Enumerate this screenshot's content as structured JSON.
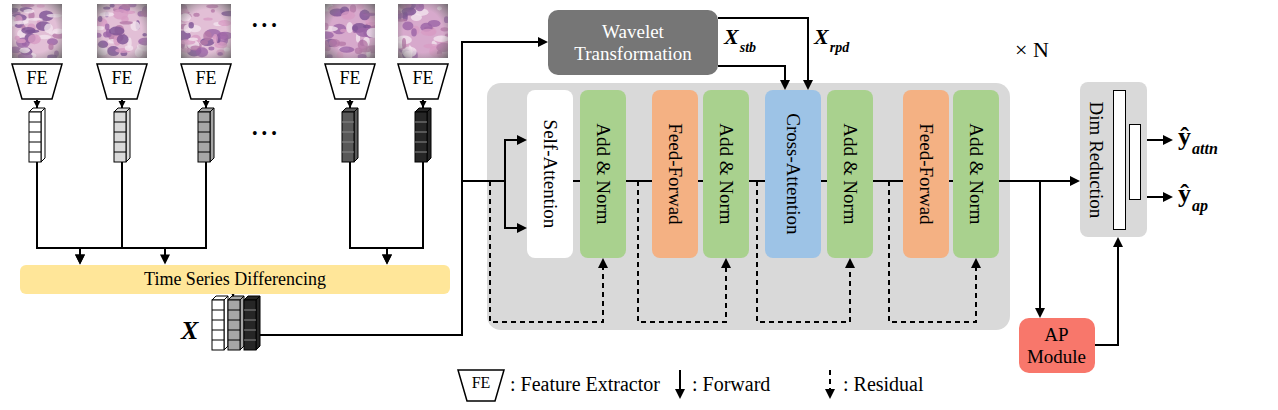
{
  "diagram": {
    "nodes": [
      {
        "text": [
          "FE"
        ]
      },
      {
        "text": [
          "FE"
        ]
      },
      {
        "text": [
          "FE"
        ]
      },
      {
        "text": [
          "FE"
        ]
      },
      {
        "text": [
          "FE"
        ]
      },
      {
        "text": [
          "Time Series Differencing"
        ]
      },
      {
        "text": [
          "Wavelet Transformation"
        ]
      },
      {
        "text": [
          "× N"
        ]
      },
      {
        "text": [
          "Self-Attention"
        ],
        "in": 7
      },
      {
        "text": [
          "Add & Norm"
        ],
        "in": 7
      },
      {
        "text": [
          "Feed-Forwad"
        ],
        "in": 7
      },
      {
        "text": [
          "Add & Norm"
        ],
        "in": 7
      },
      {
        "text": [
          "Cross-Attention"
        ],
        "in": 7
      },
      {
        "text": [
          "Add & Norm"
        ],
        "in": 7
      },
      {
        "text": [
          "Feed-Forwad"
        ],
        "in": 7
      },
      {
        "text": [
          "Add & Norm"
        ],
        "in": 7
      },
      {
        "text": [
          "AP Module"
        ]
      },
      {
        "text": [
          "Dim Reduction"
        ]
      }
    ],
    "edges": [
      {
        "from": 0,
        "to": 5,
        "arrow": "to"
      },
      {
        "from": 1,
        "to": 5,
        "arrow": "to"
      },
      {
        "from": 2,
        "to": 5,
        "arrow": "to"
      },
      {
        "from": 3,
        "to": 5,
        "arrow": "to"
      },
      {
        "from": 4,
        "to": 5,
        "arrow": "to"
      },
      {
        "from": 5,
        "to": 6,
        "arrow": "to"
      },
      {
        "from": 5,
        "to": 8,
        "arrow": "to"
      },
      {
        "from": 8,
        "to": 9,
        "arrow": "none"
      },
      {
        "from": 9,
        "to": 10,
        "arrow": "none"
      },
      {
        "from": 10,
        "to": 11,
        "arrow": "none"
      },
      {
        "from": 11,
        "to": 12,
        "arrow": "none"
      },
      {
        "from": 12,
        "to": 13,
        "arrow": "none"
      },
      {
        "from": 13,
        "to": 14,
        "arrow": "none"
      },
      {
        "from": 14,
        "to": 15,
        "arrow": "none"
      },
      {
        "from": 15,
        "to": 17,
        "arrow": "to"
      },
      {
        "from": 15,
        "to": 16,
        "arrow": "to"
      },
      {
        "from": 16,
        "to": 17,
        "arrow": "to"
      },
      {
        "from": 6,
        "to": 12,
        "arrow": "to"
      },
      {
        "from": 6,
        "to": 12,
        "arrow": "to"
      }
    ],
    "labels": [
      "• • •",
      "• • •",
      "X",
      "X",
      "stb",
      "X",
      "rpd",
      "ŷ",
      "attn",
      "ŷ",
      "ap",
      "FE"
    ],
    "legend": [
      {
        "text": ": Feature Extractor"
      },
      {
        "text": ": Forward"
      },
      {
        "text": ": Residual"
      }
    ]
  }
}
